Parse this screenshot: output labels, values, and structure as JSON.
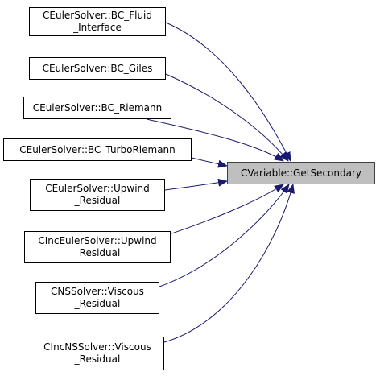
{
  "diagram": {
    "target": {
      "label": "CVariable::GetSecondary"
    },
    "callers": [
      {
        "id": "bc-fluid-interface",
        "lines": [
          "CEulerSolver::BC_Fluid",
          "_Interface"
        ]
      },
      {
        "id": "bc-giles",
        "lines": [
          "CEulerSolver::BC_Giles"
        ]
      },
      {
        "id": "bc-riemann",
        "lines": [
          "CEulerSolver::BC_Riemann"
        ]
      },
      {
        "id": "bc-turbo-riemann",
        "lines": [
          "CEulerSolver::BC_TurboRiemann"
        ]
      },
      {
        "id": "euler-upwind-residual",
        "lines": [
          "CEulerSolver::Upwind",
          "_Residual"
        ]
      },
      {
        "id": "inc-euler-upwind-residual",
        "lines": [
          "CIncEulerSolver::Upwind",
          "_Residual"
        ]
      },
      {
        "id": "ns-viscous-residual",
        "lines": [
          "CNSSolver::Viscous",
          "_Residual"
        ]
      },
      {
        "id": "inc-ns-viscous-residual",
        "lines": [
          "CIncNSSolver::Viscous",
          "_Residual"
        ]
      }
    ],
    "colors": {
      "edge": "#191970",
      "node_border": "#000000",
      "target_fill": "#bfbfbf",
      "target_border": "#404040",
      "node_fill": "#ffffff"
    }
  }
}
